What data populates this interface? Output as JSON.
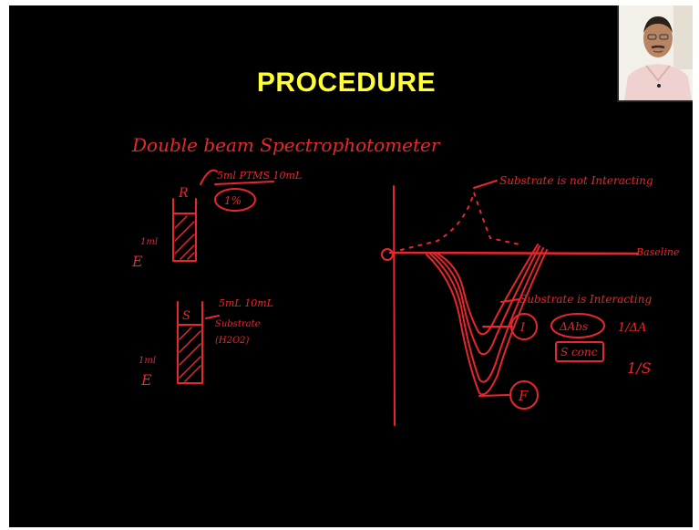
{
  "slide": {
    "title": "PROCEDURE",
    "title_color": "#ffff33",
    "ink_color": "#e8262d",
    "background": "#000000"
  },
  "annotations": {
    "heading": "Double beam Spectrophotometer",
    "ref_label": "R",
    "ref_volume": "5ml PTMS 10mL",
    "ref_circle": "1%",
    "sample_label": "S",
    "sample_volume": "5mL 10mL",
    "sample_substrate": "Substrate",
    "sample_substrate_2": "(H2O2)",
    "enzyme_1_volume": "1ml",
    "enzyme_1": "E",
    "enzyme_2_volume": "1ml",
    "enzyme_2": "E",
    "origin": "O",
    "baseline": "Baseline",
    "not_interacting": "Substrate is not Interacting",
    "interacting": "Substrate is Interacting",
    "label_initial": "I",
    "label_final": "F",
    "delta_abs": "ΔAbs",
    "inverse_delta": "1/ΔA",
    "s_conc": "S conc",
    "inverse_s": "1/S"
  },
  "webcam": {
    "icon": "presenter-webcam"
  }
}
